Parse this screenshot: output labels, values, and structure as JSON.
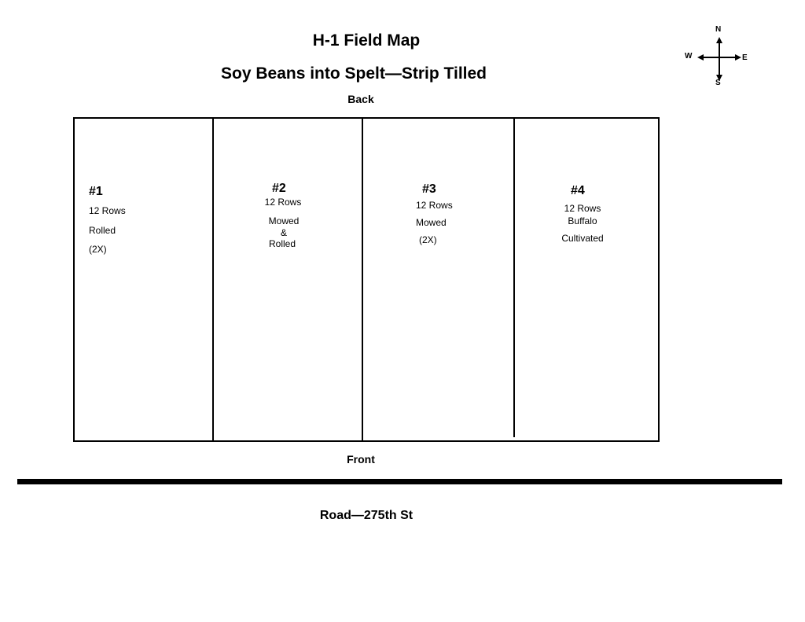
{
  "map": {
    "title": "H-1 Field Map",
    "subtitle": "Soy Beans into Spelt—Strip Tilled",
    "back_label": "Back",
    "front_label": "Front",
    "road_label": "Road—275th St"
  },
  "compass": {
    "north": "N",
    "south": "S",
    "east": "E",
    "west": "W"
  },
  "strips": [
    {
      "number": "#1",
      "rows": "12 Rows",
      "line1": "Rolled",
      "line2": "(2X)"
    },
    {
      "number": "#2",
      "rows": "12 Rows",
      "line1": "Mowed",
      "line2": "&",
      "line3": "Rolled"
    },
    {
      "number": "#3",
      "rows": "12 Rows",
      "line1": "Mowed",
      "line2": "(2X)"
    },
    {
      "number": "#4",
      "rows": "12 Rows",
      "line1": "Buffalo",
      "line2": "Cultivated"
    }
  ]
}
